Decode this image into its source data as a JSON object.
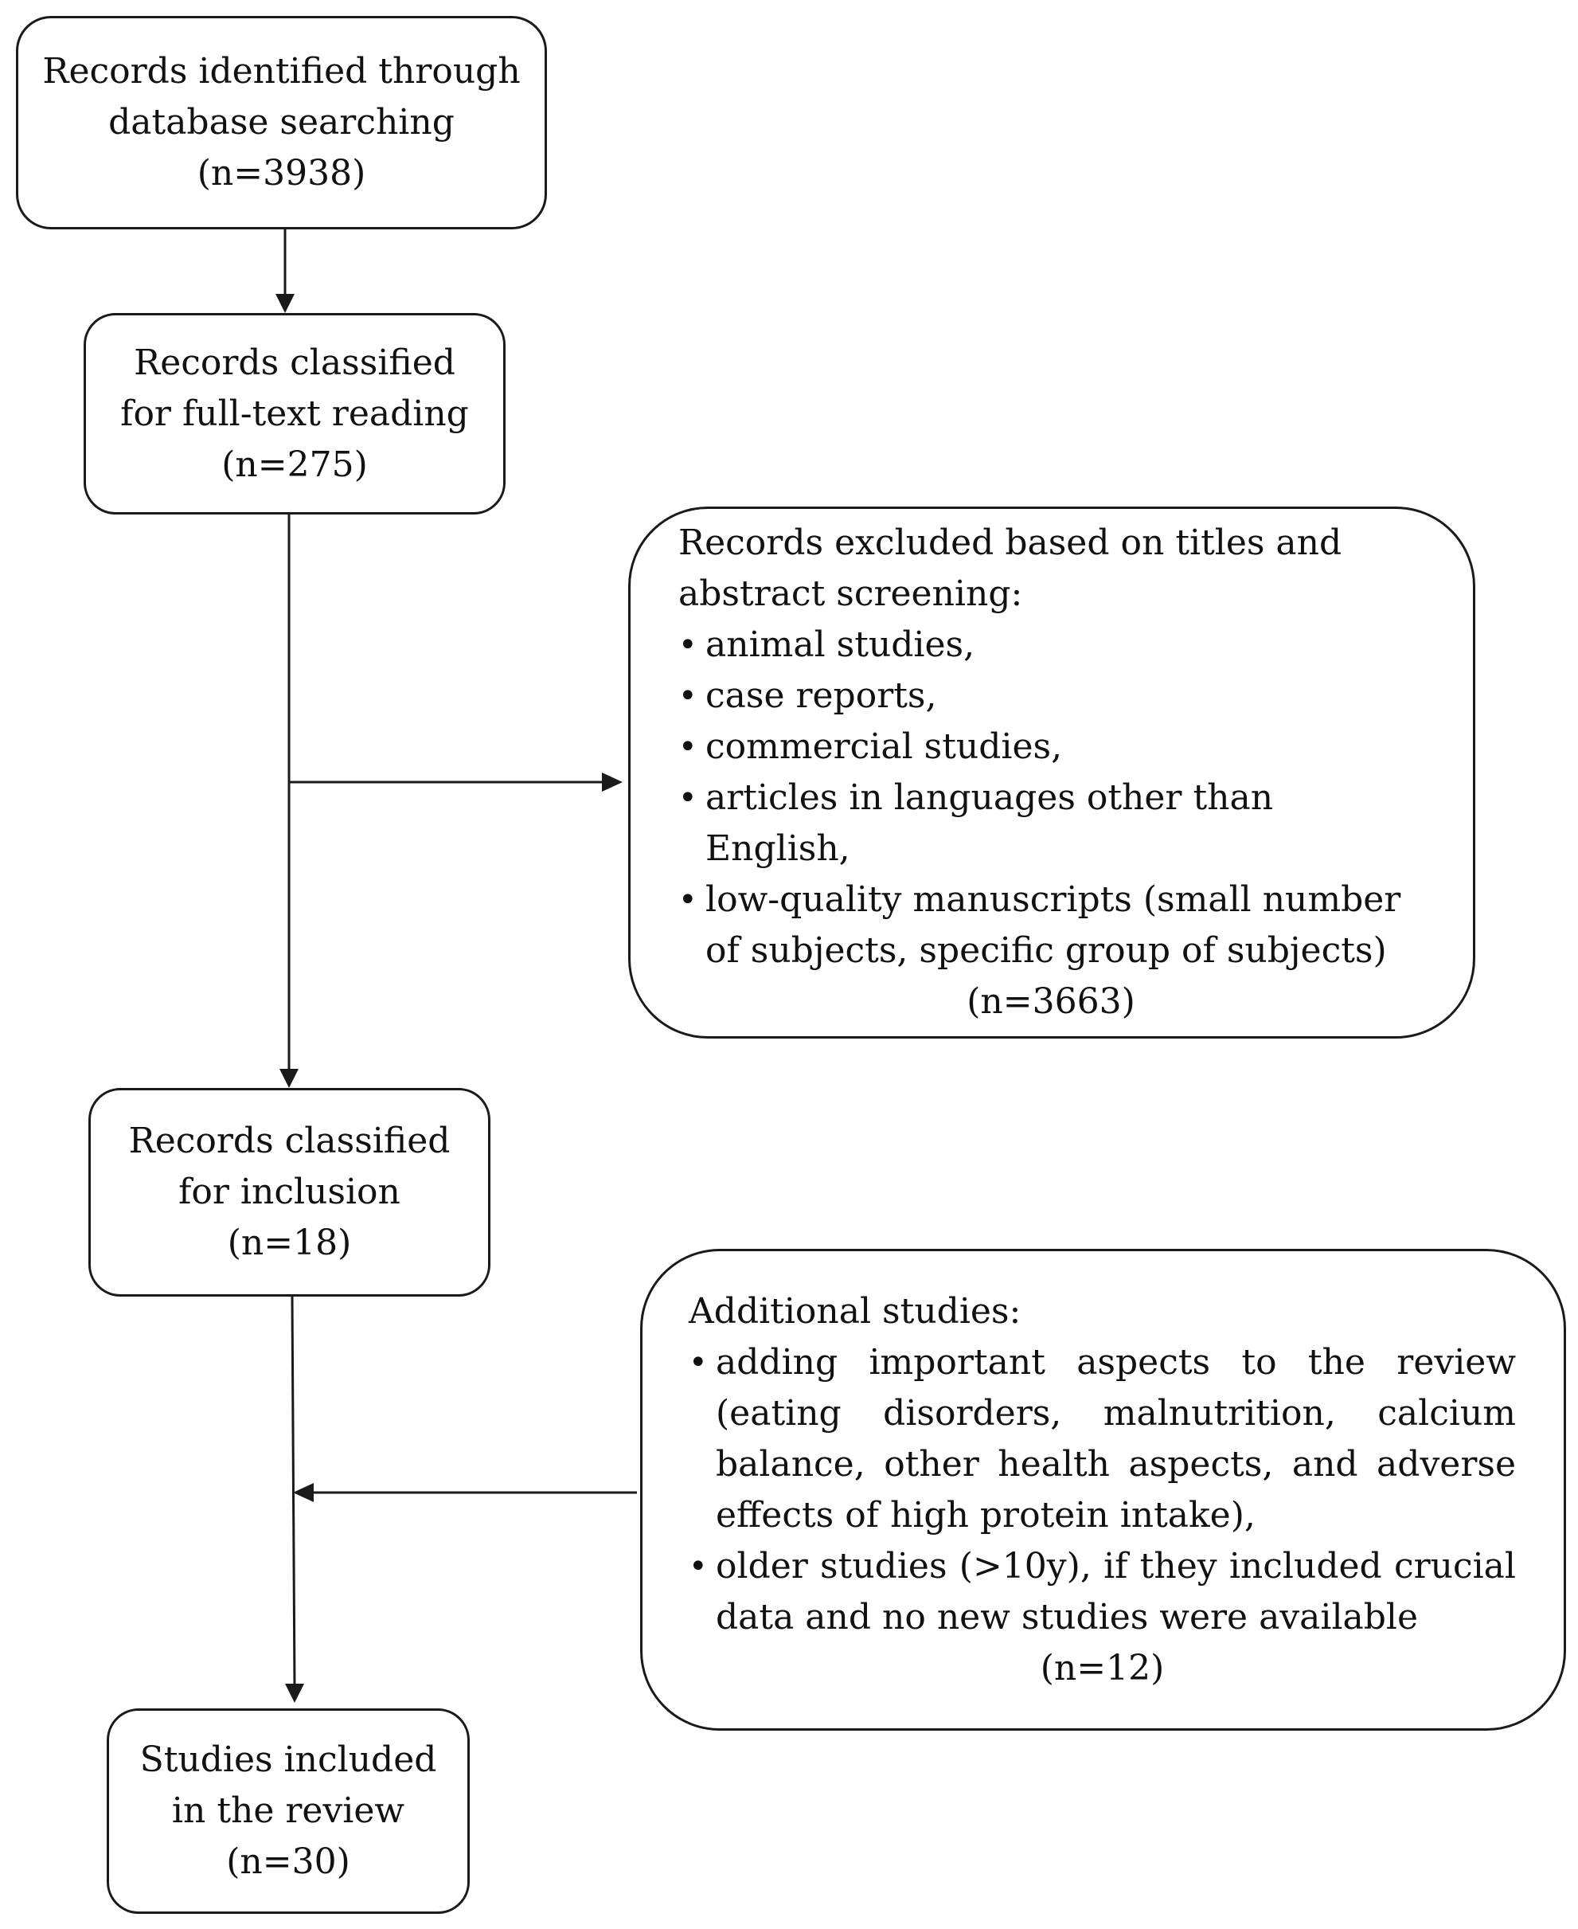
{
  "colors": {
    "stroke": "#1a1a1a",
    "background": "#ffffff",
    "text": "#111111"
  },
  "nodes": {
    "identified": {
      "lines": [
        "Records identified through",
        "database searching"
      ],
      "count": "(n=3938)"
    },
    "fulltext": {
      "lines": [
        "Records classified",
        "for full-text reading"
      ],
      "count": "(n=275)"
    },
    "excluded": {
      "heading": "Records excluded based on titles and abstract screening:",
      "bullets": [
        "animal studies,",
        "case reports,",
        "commercial studies,",
        "articles in languages other than English,",
        "low-quality manuscripts (small number of subjects, specific group of subjects)"
      ],
      "count": "(n=3663)"
    },
    "inclusion": {
      "lines": [
        "Records classified",
        "for inclusion"
      ],
      "count": "(n=18)"
    },
    "additional": {
      "heading": "Additional studies:",
      "bullets": [
        "adding important aspects to the review (eating disorders, malnutrition, calcium balance, other health aspects, and adverse effects of high protein intake),",
        "older studies (>10y), if they included crucial data and no new studies were available"
      ],
      "count": "(n=12)"
    },
    "included": {
      "lines": [
        "Studies included",
        "in the review"
      ],
      "count": "(n=30)"
    }
  }
}
